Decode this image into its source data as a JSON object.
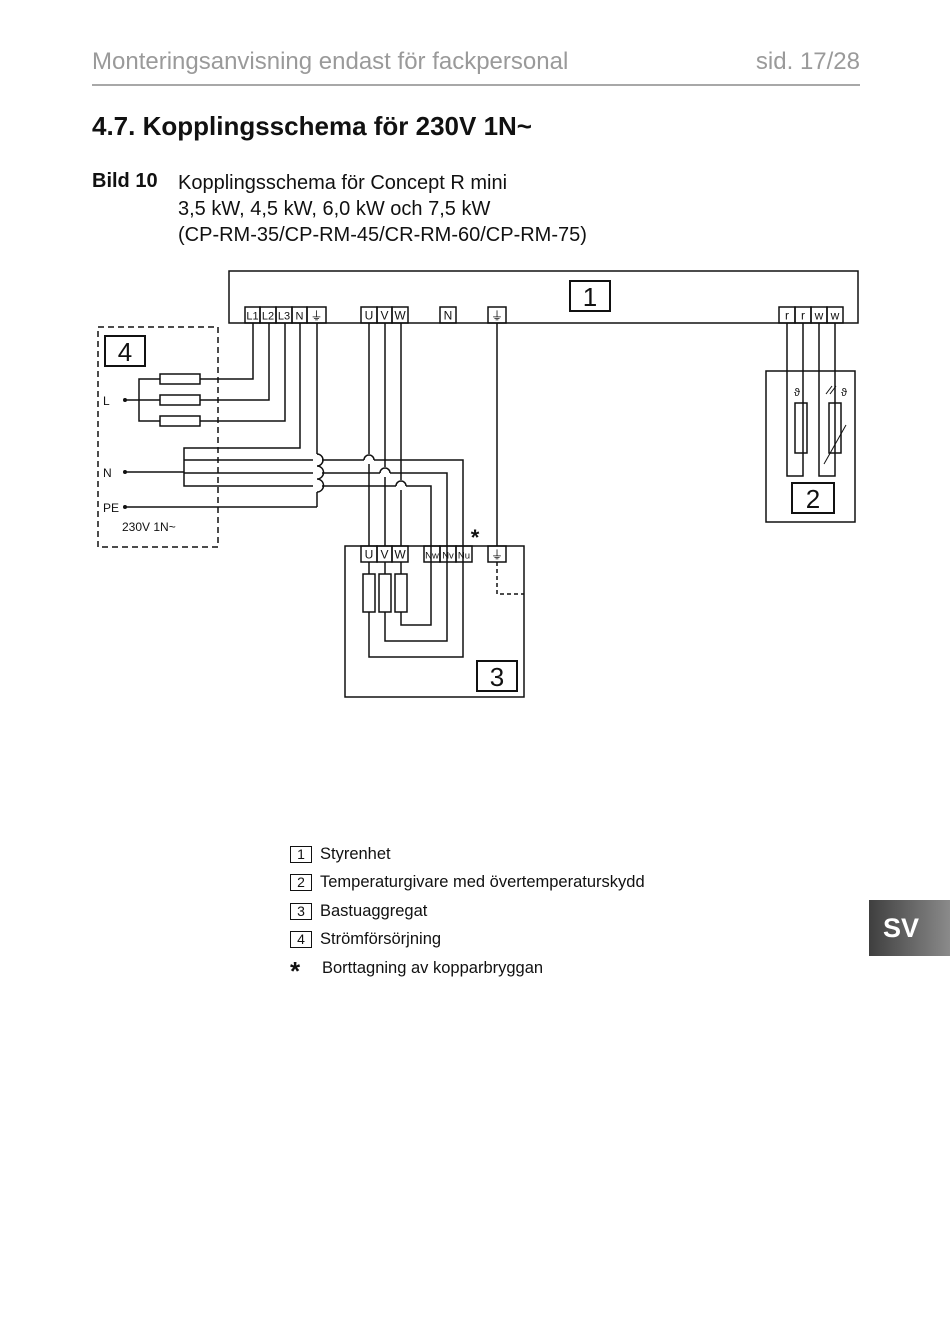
{
  "header": {
    "title": "Monteringsanvisning endast för fackpersonal",
    "page": "sid. 17/28"
  },
  "section": {
    "title": "4.7.  Kopplingsschema för 230V 1N~"
  },
  "figure": {
    "label": "Bild 10",
    "caption_lines": [
      "Kopplingsschema för Concept R mini",
      "3,5 kW, 4,5 kW, 6,0 kW och 7,5 kW",
      "(CP-RM-35/CP-RM-45/CR-RM-60/CP-RM-75)"
    ]
  },
  "diagram": {
    "unit_numbers": [
      "1",
      "2",
      "3",
      "4"
    ],
    "controller_terminals": {
      "power": [
        "L1",
        "L2",
        "L3",
        "N",
        "⏚"
      ],
      "heater": [
        "U",
        "V",
        "W"
      ],
      "neutral": "N",
      "earth": "⏚",
      "sensor": [
        "r",
        "r",
        "w",
        "w"
      ]
    },
    "supply_labels": {
      "l": "L",
      "n": "N",
      "pe": "PE",
      "voltage": "230V 1N~"
    },
    "heater_terminals": {
      "phases": [
        "U",
        "V",
        "W"
      ],
      "neutrals": [
        "Nw",
        "Nv",
        "Nu"
      ],
      "earth": "⏚"
    },
    "asterisk": "*",
    "sensor_symbols": [
      "ϑ",
      "ϑ"
    ]
  },
  "legend": {
    "items": [
      {
        "number": "1",
        "text": "Styrenhet"
      },
      {
        "number": "2",
        "text": "Temperaturgivare med övertemperaturskydd"
      },
      {
        "number": "3",
        "text": "Bastuaggregat"
      },
      {
        "number": "4",
        "text": "Strömförsörjning"
      }
    ],
    "star": {
      "symbol": "*",
      "text": "Borttagning av kopparbryggan"
    }
  },
  "lang_tab": "SV"
}
